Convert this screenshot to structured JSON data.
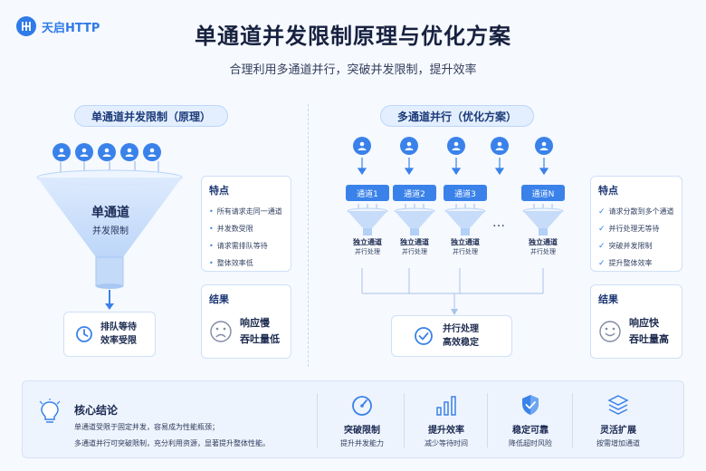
{
  "logo": {
    "text": "天启HTTP"
  },
  "header": {
    "title": "单通道并发限制原理与优化方案",
    "subtitle": "合理利用多通道并行，突破并发限制，提升效率"
  },
  "left": {
    "section_label": "单通道并发限制（原理）",
    "funnel_title": "单通道",
    "funnel_sub": "并发限制",
    "outcome": {
      "line1": "排队等待",
      "line2": "效率受限"
    },
    "features": {
      "title": "特点",
      "items": [
        "所有请求走同一通道",
        "并发数受限",
        "请求需排队等待",
        "整体效率低"
      ]
    },
    "result": {
      "title": "结果",
      "line1": "响应慢",
      "line2": "吞吐量低"
    }
  },
  "right": {
    "section_label": "多通道并行（优化方案）",
    "channels": [
      {
        "name": "通道1",
        "sub1": "独立通道",
        "sub2": "并行处理"
      },
      {
        "name": "通道2",
        "sub1": "独立通道",
        "sub2": "并行处理"
      },
      {
        "name": "通道3",
        "sub1": "独立通道",
        "sub2": "并行处理"
      },
      {
        "name": "通道N",
        "sub1": "独立通道",
        "sub2": "并行处理"
      }
    ],
    "ellipsis": "…",
    "outcome": {
      "line1": "并行处理",
      "line2": "高效稳定"
    },
    "features": {
      "title": "特点",
      "items": [
        "请求分散到多个通道",
        "并行处理无等待",
        "突破并发限制",
        "提升整体效率"
      ]
    },
    "result": {
      "title": "结果",
      "line1": "响应快",
      "line2": "吞吐量高"
    }
  },
  "bottom": {
    "conclusion_title": "核心结论",
    "conclusion_lines": [
      "单通道受限于固定并发，容易成为性能瓶颈；",
      "多通道并行可突破限制，充分利用资源，显著提升整体性能。"
    ],
    "items": [
      {
        "icon": "gauge-icon",
        "title": "突破限制",
        "sub": "提升并发能力"
      },
      {
        "icon": "bar-chart-icon",
        "title": "提升效率",
        "sub": "减少等待时间"
      },
      {
        "icon": "shield-check-icon",
        "title": "稳定可靠",
        "sub": "降低超时风险"
      },
      {
        "icon": "layers-icon",
        "title": "灵活扩展",
        "sub": "按需增加通道"
      }
    ]
  },
  "colors": {
    "accent": "#3a82ea",
    "pill_bg": "#e3efff",
    "card_border": "#cfe0f7"
  }
}
